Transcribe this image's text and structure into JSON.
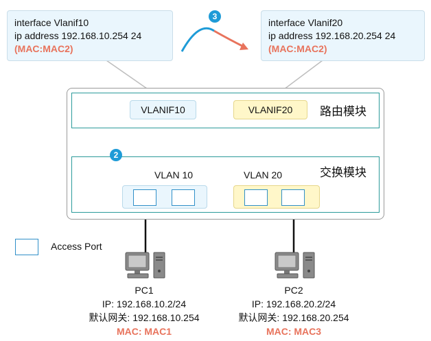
{
  "callout_left": {
    "line1": "interface Vlanif10",
    "line2": " ip address 192.168.10.254 24",
    "line3": "(MAC:MAC2)"
  },
  "callout_right": {
    "line1": "interface Vlanif20",
    "line2": " ip address 192.168.20.254 24",
    "line3": "(MAC:MAC2)"
  },
  "step_badges": {
    "transfer": "3",
    "upward": "2"
  },
  "routing_module": {
    "label": "路由模块",
    "vlanif_a": "VLANIF10",
    "vlanif_b": "VLANIF20"
  },
  "switching_module": {
    "label": "交换模块",
    "vlan_a": "VLAN 10",
    "vlan_b": "VLAN 20"
  },
  "legend": {
    "access_port": "Access Port"
  },
  "pc1": {
    "name": "PC1",
    "ip": "IP: 192.168.10.2/24",
    "gateway": "默认网关: 192.168.10.254",
    "mac": "MAC: MAC1"
  },
  "pc2": {
    "name": "PC2",
    "ip": "IP: 192.168.20.2/24",
    "gateway": "默认网关: 192.168.20.254",
    "mac": "MAC: MAC3"
  },
  "colors": {
    "accent_blue": "#1e9bd7",
    "accent_red": "#e8735c",
    "module_border": "#2a9a9a",
    "port_border": "#2f8fc8"
  }
}
